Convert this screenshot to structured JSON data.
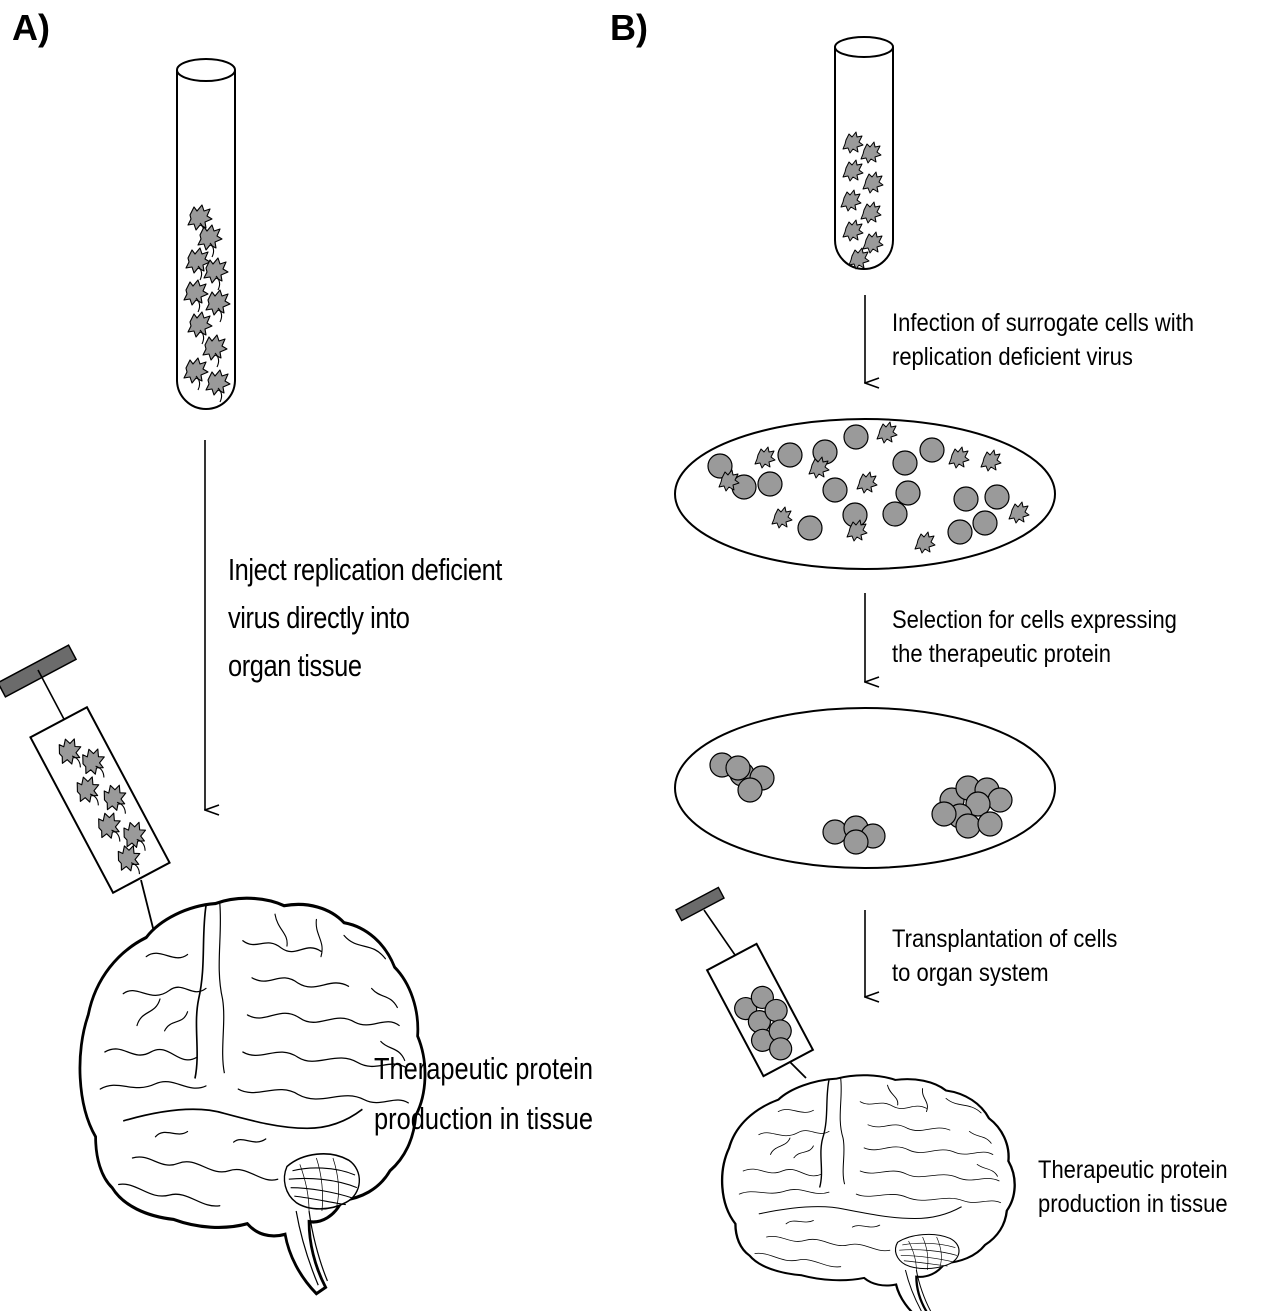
{
  "panel_a": {
    "label": "A)",
    "step_text": [
      "Inject replication deficient",
      "virus directly into",
      "organ tissue"
    ],
    "outcome_text": [
      "Therapeutic protein",
      "production in tissue"
    ]
  },
  "panel_b": {
    "label": "B)",
    "steps": [
      {
        "text": [
          "Infection of surrogate cells with",
          "replication deficient virus"
        ]
      },
      {
        "text": [
          "Selection for cells expressing",
          "the therapeutic protein"
        ]
      },
      {
        "text": [
          "Transplantation of cells",
          "to organ system"
        ]
      }
    ],
    "outcome_text": [
      "Therapeutic protein",
      "production in tissue"
    ]
  },
  "colors": {
    "line": "#000000",
    "fill_gray": "#9a9a9a",
    "plunger": "#6b6b6b",
    "background": "#ffffff"
  }
}
